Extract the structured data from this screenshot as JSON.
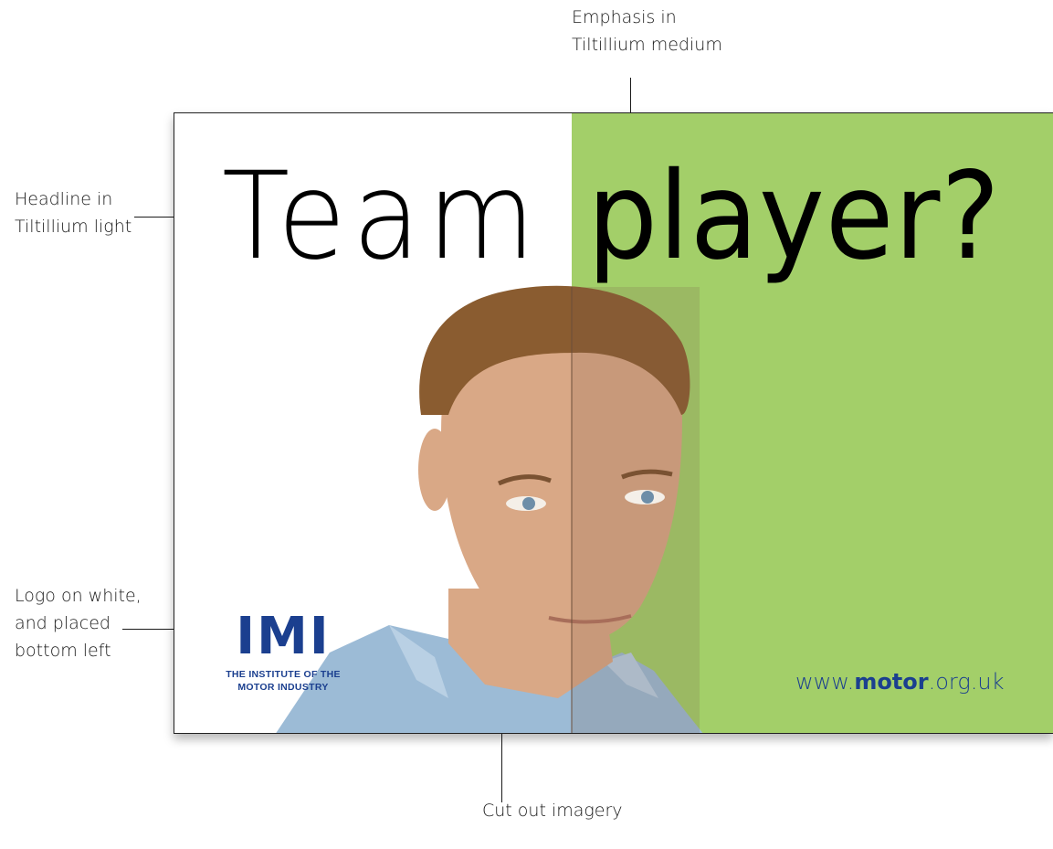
{
  "annotations": {
    "emphasis": [
      "Emphasis in",
      "Tiltillium medium"
    ],
    "headline": [
      "Headline in",
      "Tiltillium light"
    ],
    "logo": [
      "Logo on white,",
      "and placed",
      "bottom left"
    ],
    "imagery": [
      "Cut out imagery"
    ]
  },
  "ad": {
    "headline_light": "Team",
    "headline_medium": "player?",
    "logo_mark": "IMI",
    "logo_line_1": "THE INSTITUTE OF THE",
    "logo_line_2": "MOTOR INDUSTRY",
    "url_prefix": "www.",
    "url_emphasis": "motor",
    "url_suffix": ".org.uk"
  },
  "colors": {
    "panel_green": "#a3cf69",
    "brand_blue": "#1b3f8f",
    "skin": "#d9a886",
    "hair": "#8a5c30",
    "shirt": "#9cbbd6"
  }
}
